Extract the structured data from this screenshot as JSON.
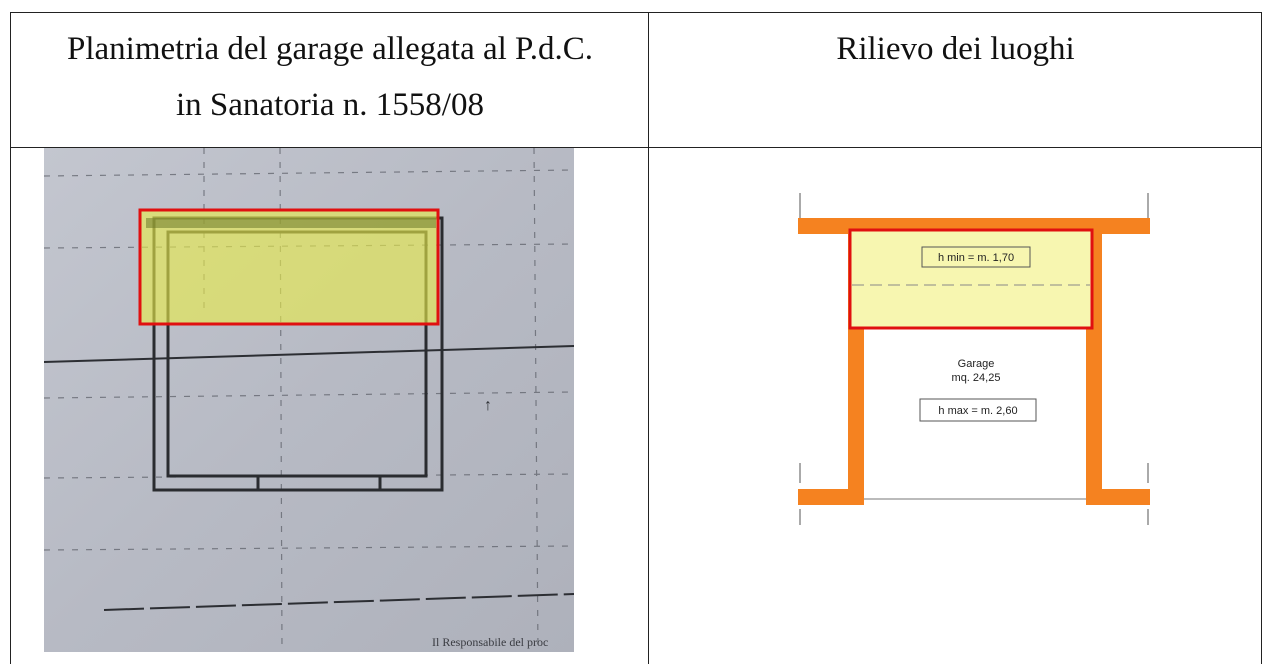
{
  "table": {
    "left_header": {
      "line1": "Planimetria del garage allegata al P.d.C.",
      "line2": "in Sanatoria n. 1558/08"
    },
    "right_header": "Rilievo dei luoghi"
  },
  "scan": {
    "footer_text": "Il Responsabile del proc"
  },
  "plan": {
    "room_name": "Garage",
    "area": "mq. 24,25",
    "h_min": "h min = m. 1,70",
    "h_max": "h max = m. 2,60"
  },
  "colors": {
    "highlight_yellow": "#e8ec4a",
    "highlight_border": "#e01010",
    "wall_orange": "#f58220",
    "scan_paper": "#b9bcc6"
  }
}
